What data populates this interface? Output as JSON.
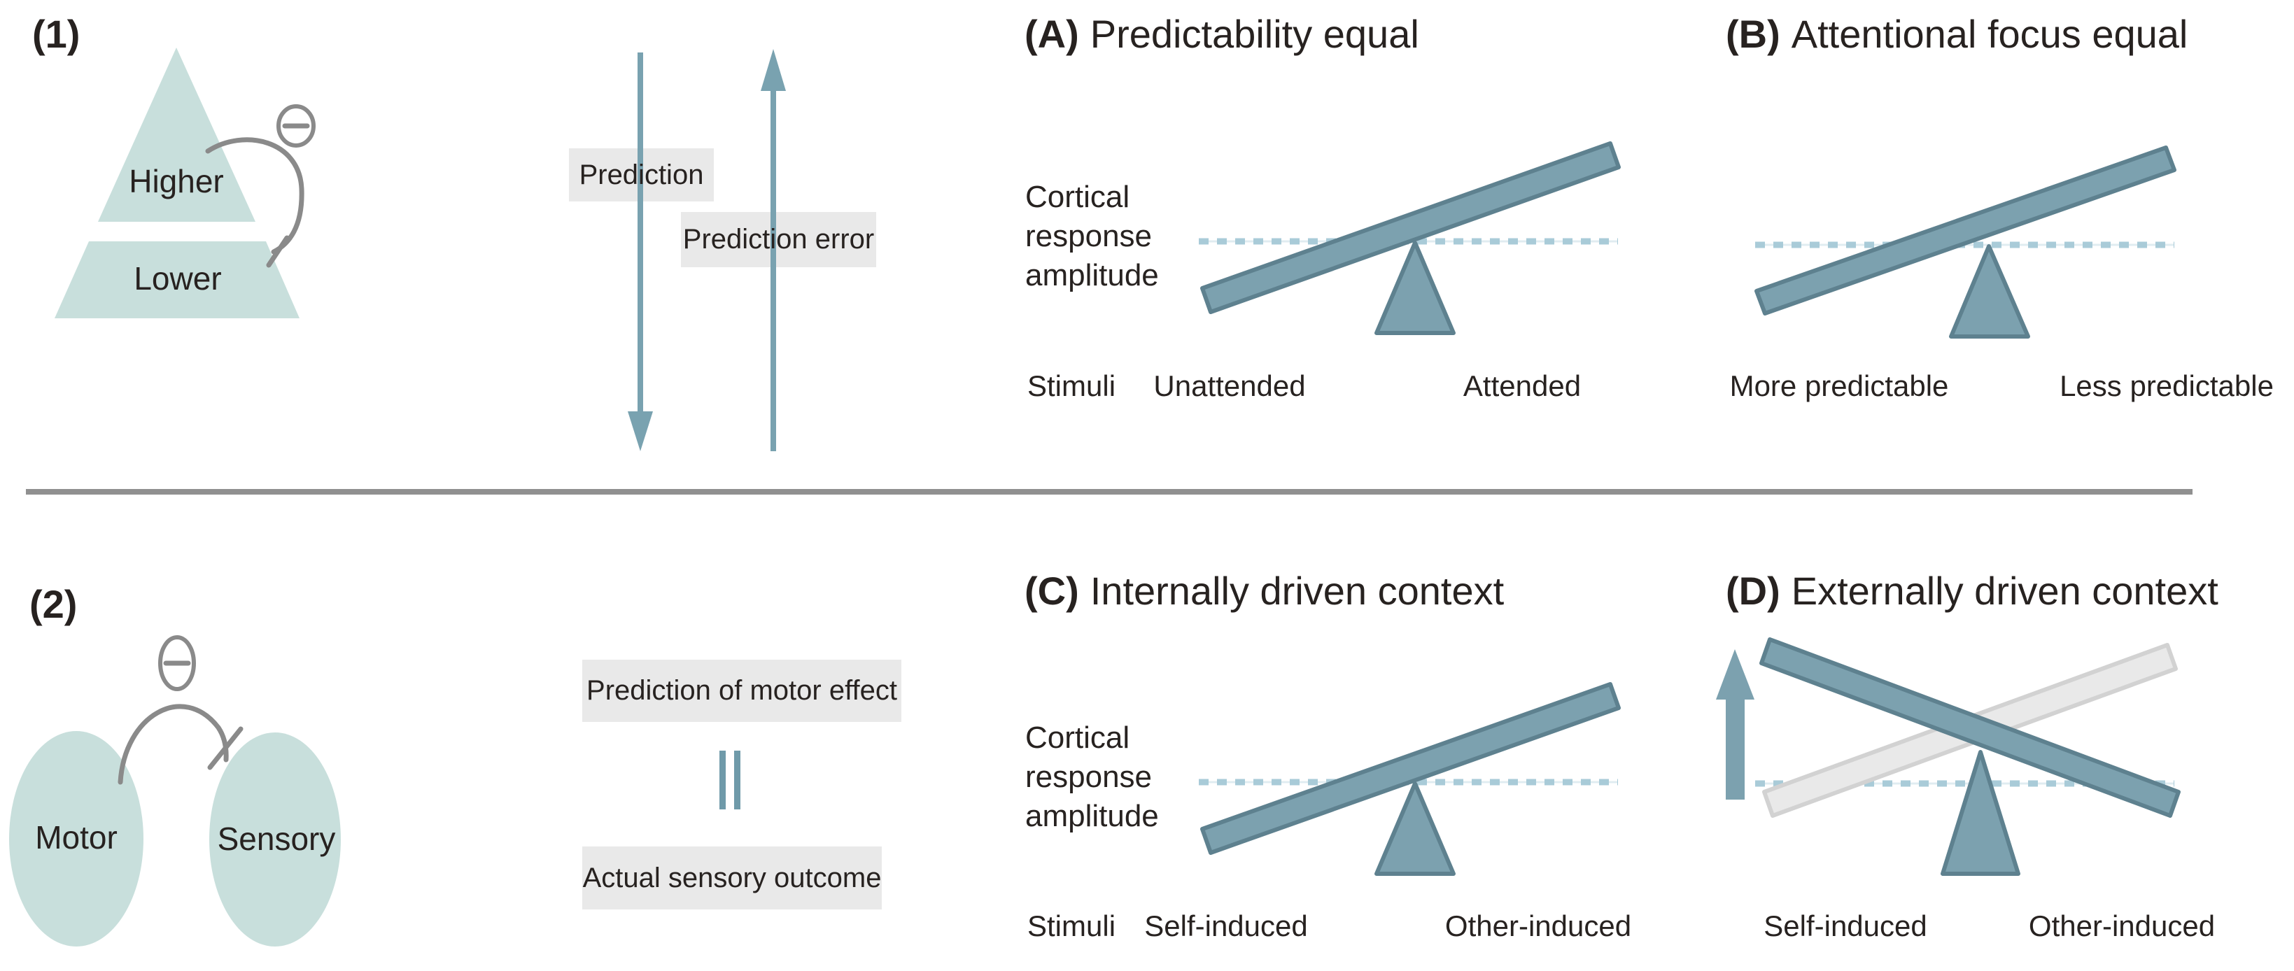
{
  "section1": {
    "label": "(1)",
    "pyramid_top": "Higher",
    "pyramid_bottom": "Lower",
    "down_arrow_label": "Prediction",
    "up_arrow_label": "Prediction error"
  },
  "section2": {
    "label": "(2)",
    "left_node": "Motor",
    "right_node": "Sensory",
    "top_box": "Prediction of motor effect",
    "bottom_box": "Actual sensory outcome"
  },
  "panels": {
    "a": {
      "tag": "(A)",
      "title": "Predictability equal",
      "y_axis": "Cortical response amplitude",
      "x_axis": "Stimuli",
      "left": "Unattended",
      "right": "Attended"
    },
    "b": {
      "tag": "(B)",
      "title": "Attentional focus equal",
      "left": "More predictable",
      "right": "Less predictable"
    },
    "c": {
      "tag": "(C)",
      "title": "Internally driven context",
      "y_axis": "Cortical response amplitude",
      "x_axis": "Stimuli",
      "left": "Self-induced",
      "right": "Other-induced"
    },
    "d": {
      "tag": "(D)",
      "title": "Externally driven context",
      "left": "Self-induced",
      "right": "Other-induced"
    }
  },
  "colors": {
    "mint": "#c8dfdc",
    "steel": "#7ca1af",
    "steel_dark": "#5e818f",
    "dash_blue": "#a9cbd8",
    "arc_gray": "#8a8a8a",
    "box_gray": "#e9e9e9",
    "ghost_beam": "#e9e9e9",
    "ghost_beam_edge": "#d2d2d2",
    "divider_gray": "#909090",
    "text_dark": "#272220"
  }
}
